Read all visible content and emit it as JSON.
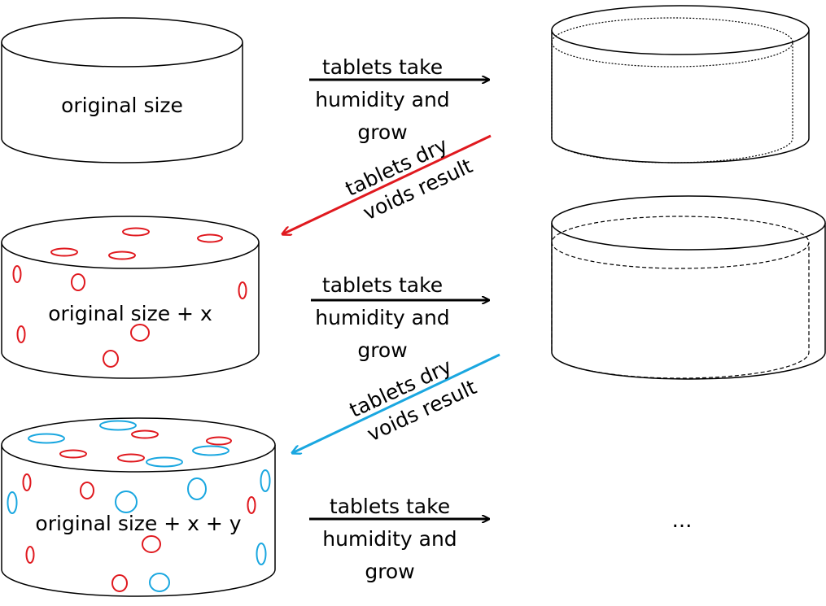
{
  "colors": {
    "stroke": "#000000",
    "red": "#e0191f",
    "blue": "#1aa7e0",
    "background": "#ffffff"
  },
  "tablets": [
    {
      "label": "original size"
    },
    {
      "label": "original size + x"
    },
    {
      "label": "original size + x + y"
    }
  ],
  "grow_arrows": [
    {
      "lines": [
        "tablets take",
        "humidity and",
        "grow"
      ]
    },
    {
      "lines": [
        "tablets take",
        "humidity and",
        "grow"
      ]
    },
    {
      "lines": [
        "tablets take",
        "humidity and",
        "grow"
      ]
    }
  ],
  "dry_arrows": [
    {
      "lines": [
        "tablets dry",
        "voids result"
      ],
      "color": "red"
    },
    {
      "lines": [
        "tablets dry",
        "voids result"
      ],
      "color": "blue"
    }
  ],
  "continuation": "..."
}
